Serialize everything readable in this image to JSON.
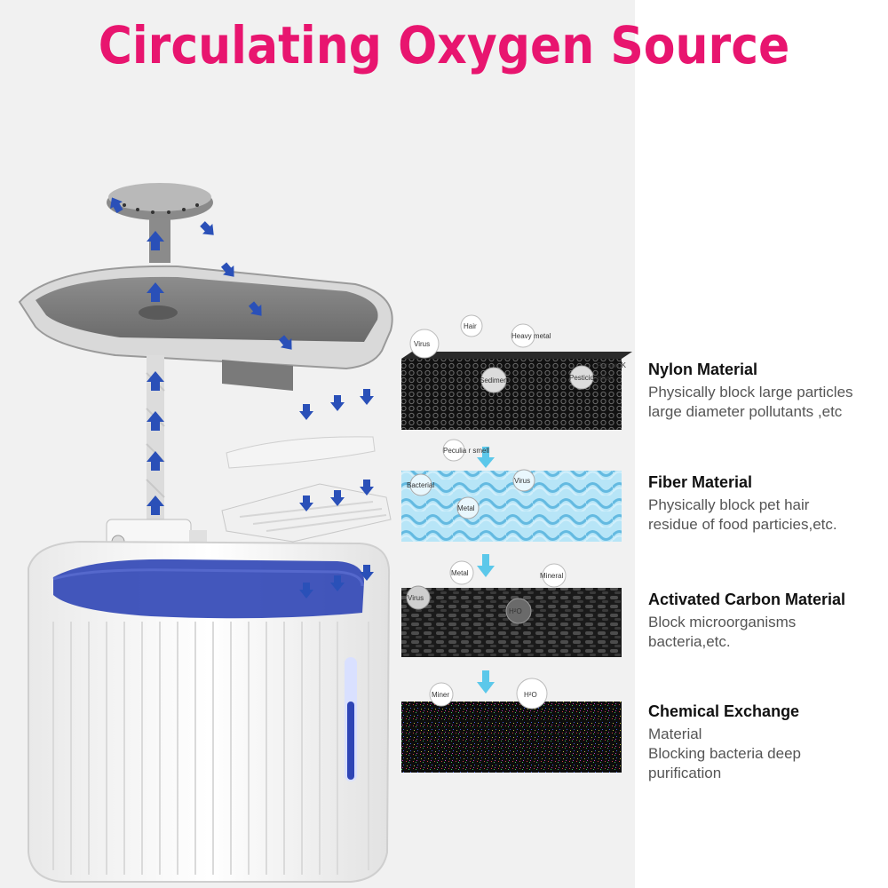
{
  "title": "Circulating Oxygen Source",
  "colors": {
    "title": "#e8156f",
    "arrow": "#2a50b8",
    "water": "#2f45b5",
    "fiber": "#8fd4ef",
    "carbon": "#2c2c2c"
  },
  "layers": [
    {
      "name": "Nylon Material",
      "desc": [
        "Physically block large particles",
        "large diameter pollutants ,etc"
      ],
      "tags": [
        "Virus",
        "Hair",
        "Heavy metal",
        "Sediment",
        "Pesticid eman",
        "Person K"
      ]
    },
    {
      "name": "Fiber Material",
      "desc": [
        "Physically block pet hair",
        "residue of food particies,etc."
      ],
      "tags": [
        "Peculia r smell",
        "Bacterial",
        "Virus",
        "Metal"
      ]
    },
    {
      "name": "Activated Carbon Material",
      "desc": [
        "Block microorganisms",
        "bacteria,etc."
      ],
      "tags": [
        "Metal",
        "Mineral",
        "Virus",
        "H²O"
      ]
    },
    {
      "name": "Chemical Exchange",
      "desc": [
        "Material",
        "Blocking bacteria deep",
        "purification"
      ],
      "tags": [
        "Miner",
        "H²O"
      ]
    }
  ]
}
